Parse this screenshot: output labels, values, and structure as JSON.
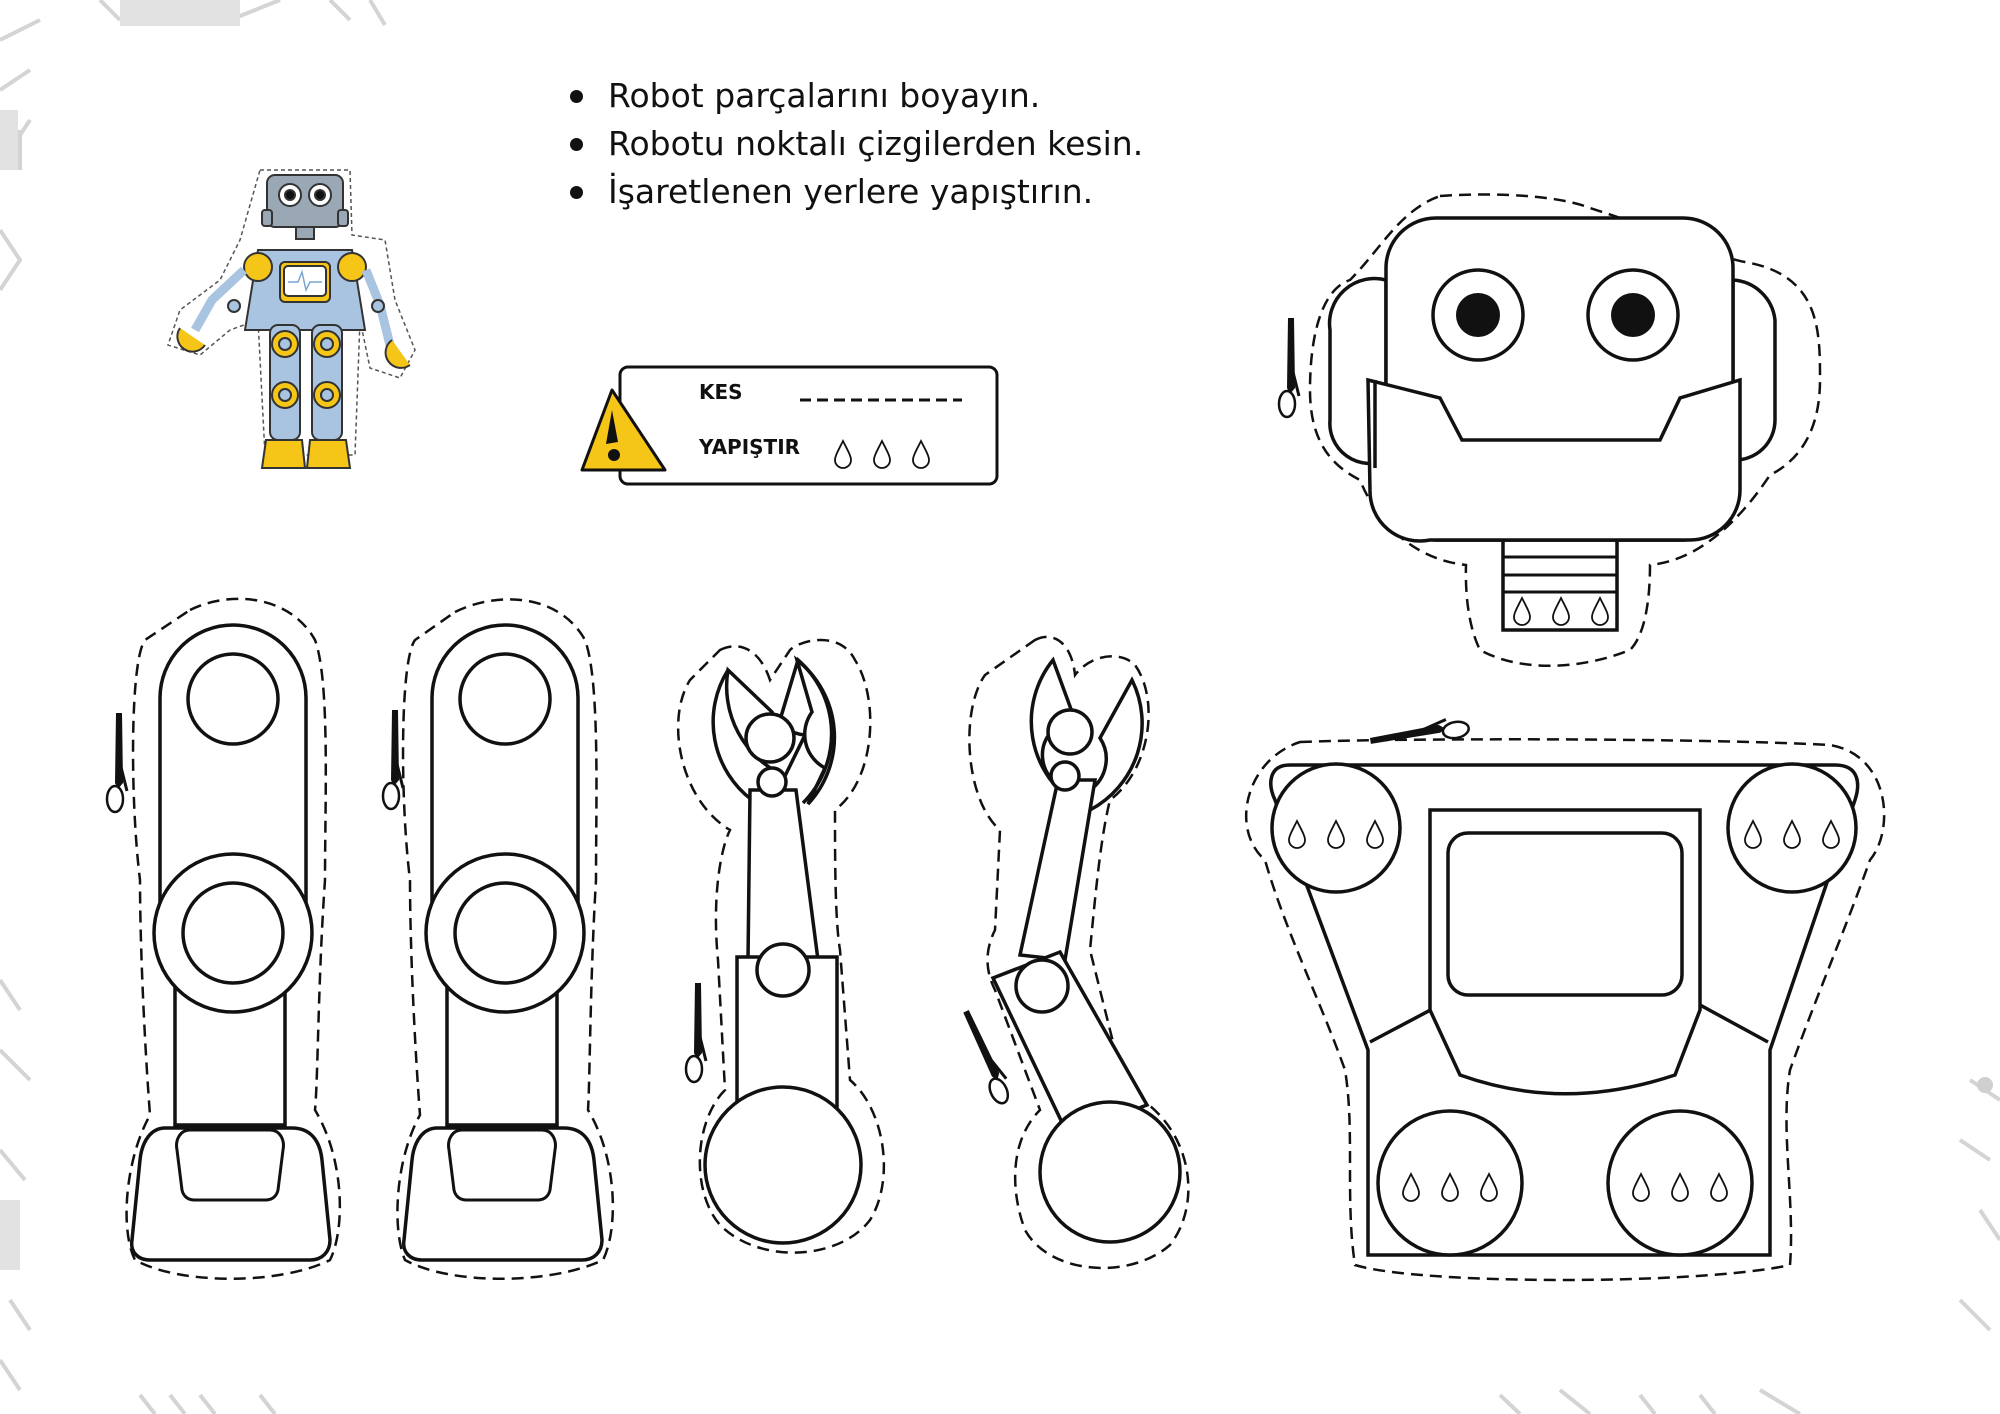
{
  "instructions": [
    "Robot parçalarını boyayın.",
    "Robotu noktalı çizgilerden kesin.",
    "İşaretlenen yerlere yapıştırın."
  ],
  "legend": {
    "cut_label": "KES",
    "glue_label": "YAPIŞTIR"
  },
  "colors": {
    "line": "#111111",
    "robot_body": "#a9c4e0",
    "robot_accent": "#f5c518",
    "robot_head": "#9aa7b5",
    "warning": "#f5c518",
    "decor": "#d9d9d9"
  },
  "icons": [
    "scissors-icon",
    "glue-drop-icon",
    "warning-icon"
  ]
}
